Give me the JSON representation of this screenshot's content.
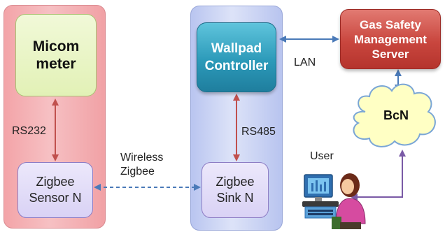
{
  "nodes": {
    "micom": "Micom\nmeter",
    "wallpad": "Wallpad\nController",
    "zigbee_sensor": "Zigbee\nSensor N",
    "zigbee_sink": "Zigbee\nSink N",
    "gas_server": "Gas Safety\nManagement\nServer",
    "bcn": "BcN"
  },
  "links": {
    "rs232": "RS232",
    "rs485": "RS485",
    "wireless": "Wireless\nZigbee",
    "lan": "LAN",
    "user": "User"
  },
  "colors": {
    "arrow_red": "#c0504d",
    "arrow_blue": "#4a7ab8",
    "arrow_purple": "#7a5aa6"
  }
}
